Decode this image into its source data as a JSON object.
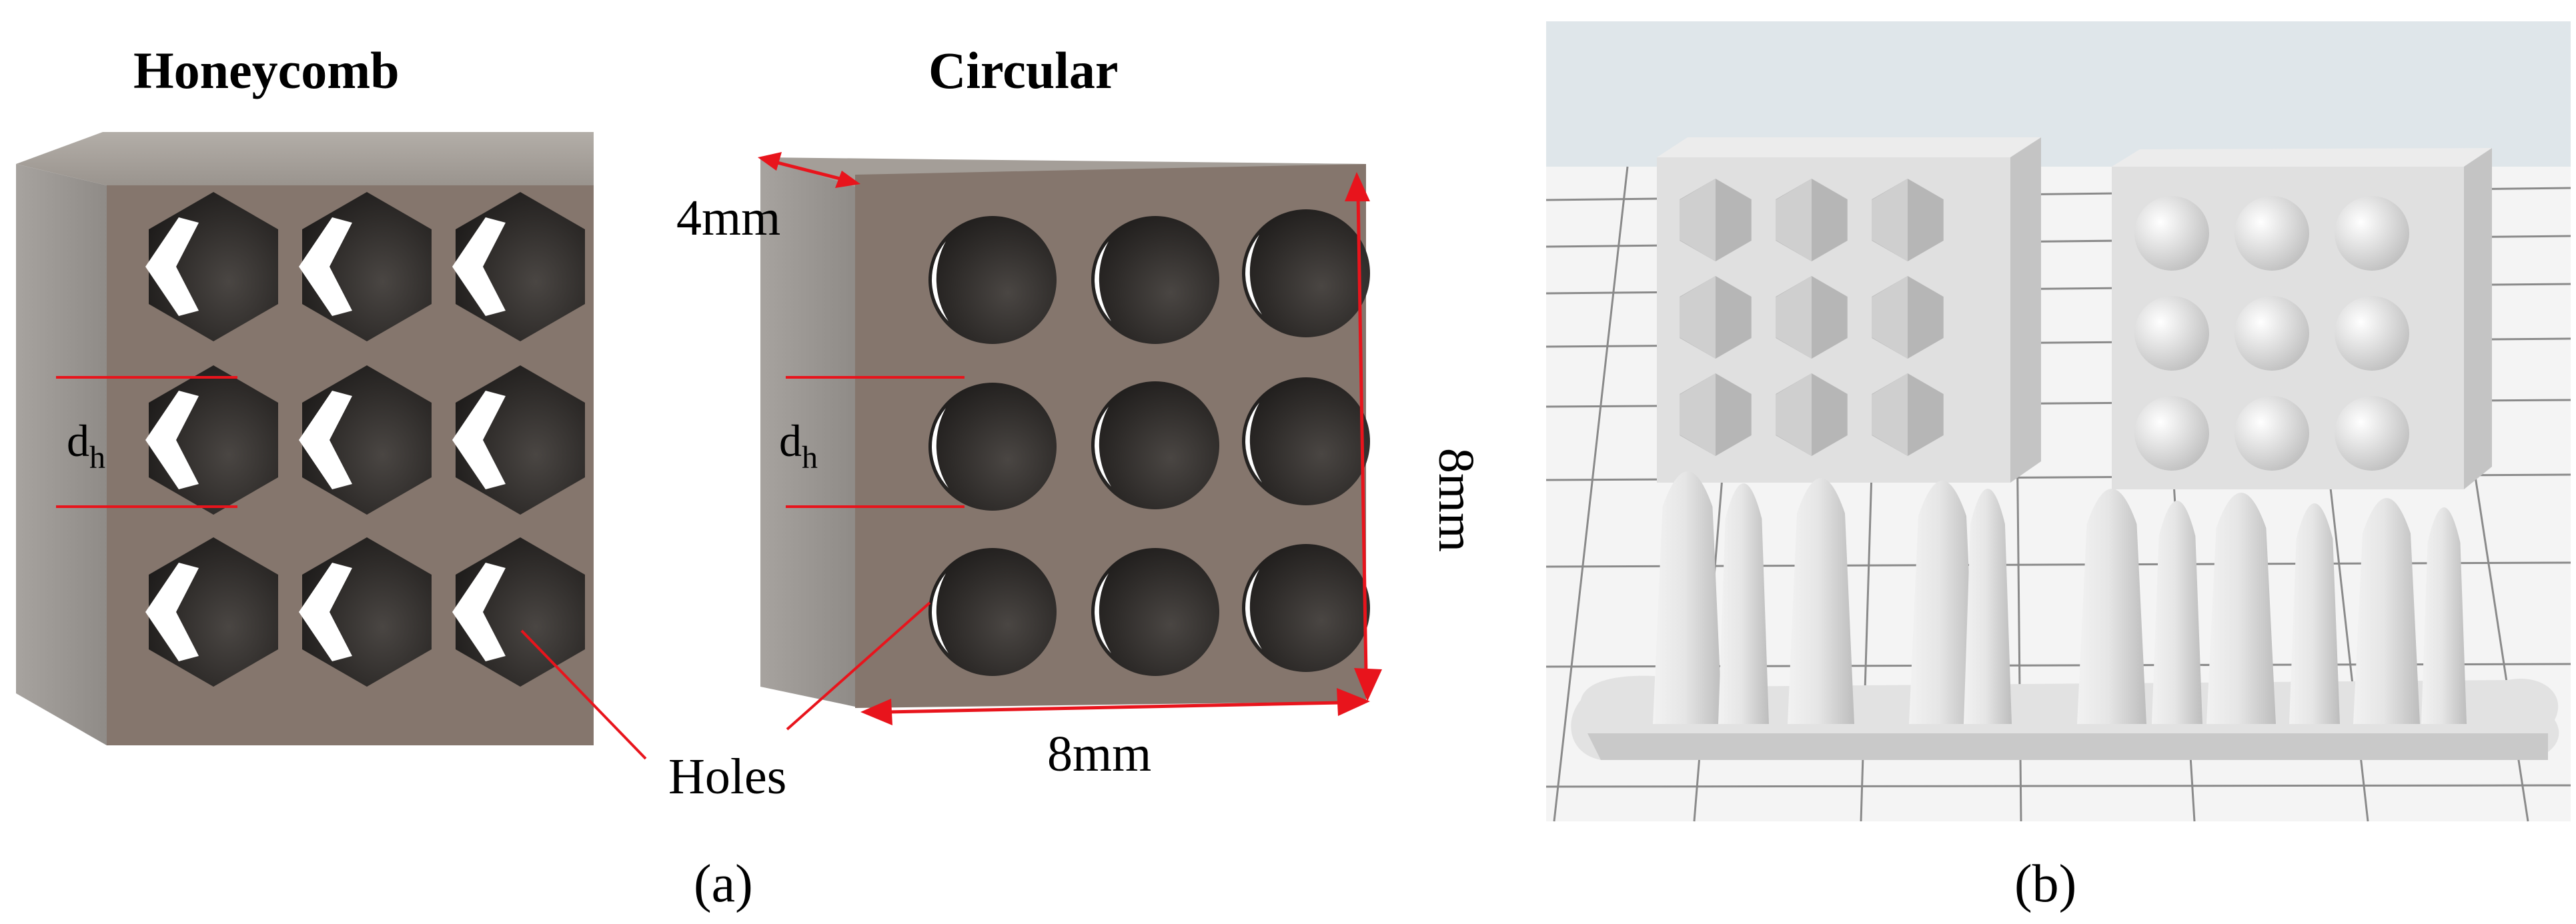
{
  "panel_a": {
    "label": "(a)",
    "honeycomb_title": "Honeycomb",
    "circular_title": "Circular",
    "dim_depth": "4mm",
    "dim_height": "8mm",
    "dim_width": "8mm",
    "hole_diameter_main": "d",
    "hole_diameter_sub": "h",
    "holes_label": "Holes"
  },
  "panel_b": {
    "label": "(b)"
  },
  "colors": {
    "block_face": "#85766d",
    "block_side": "#9c9893",
    "block_top": "#a8a29c",
    "hole_dark": "#2e2b29",
    "annotation_red": "#e8141c",
    "render_background": "#f4f4f4",
    "render_sky": "#dfe6ea",
    "render_part": "#dedede"
  }
}
